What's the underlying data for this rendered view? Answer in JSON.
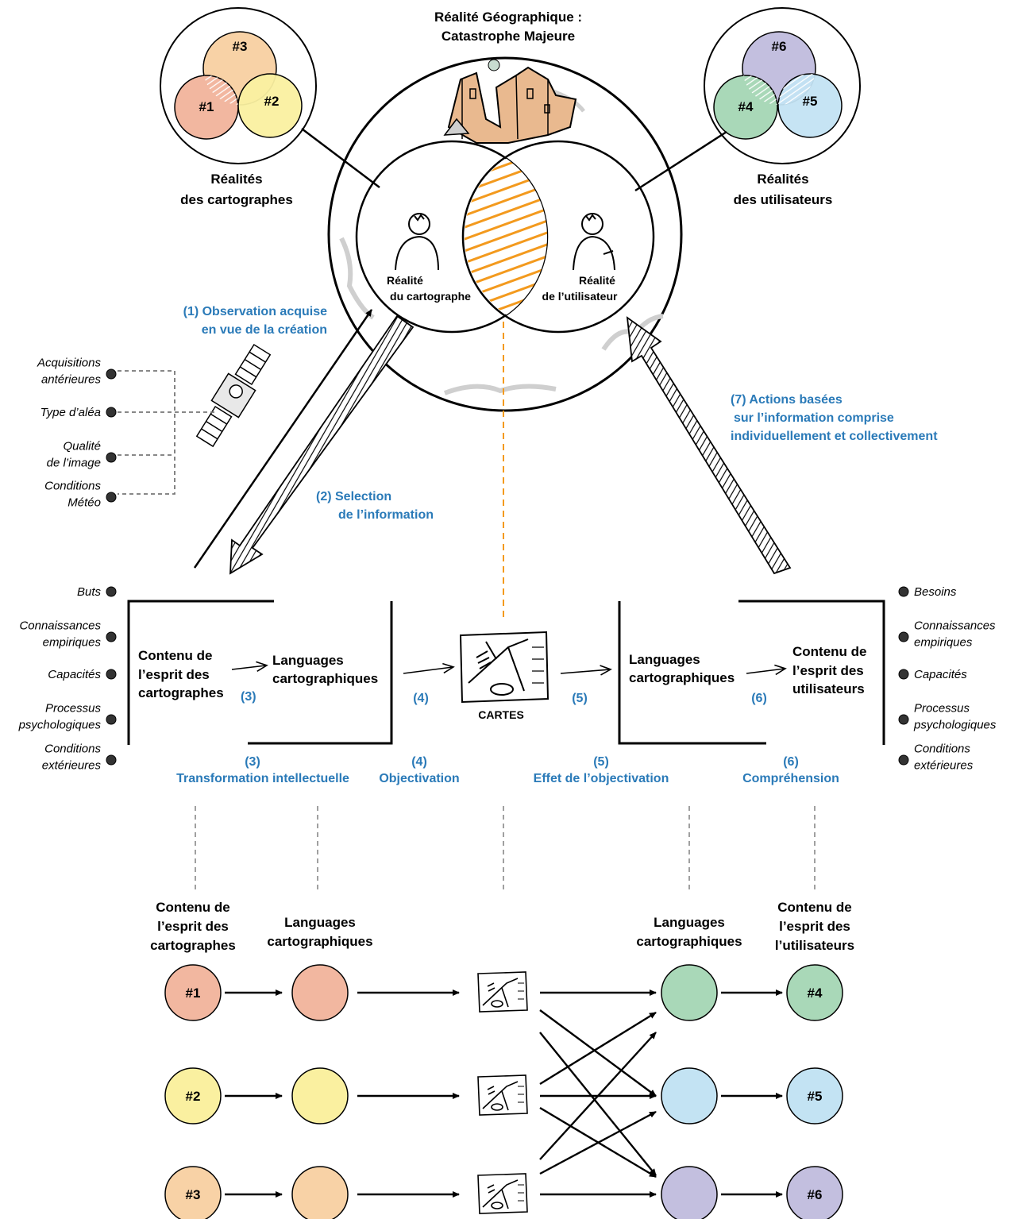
{
  "colors": {
    "accent_blue": "#2a7ab8",
    "c1": "#f2b7a0",
    "c2": "#faf0a0",
    "c3": "#f8d2a6",
    "c4": "#a9d8b8",
    "c5": "#c3e3f3",
    "c6": "#c3bfdf",
    "hatch_orange": "#f39a1e"
  },
  "top": {
    "title_line1": "Réalité Géographique :",
    "title_line2": "Catastrophe Majeure",
    "left_group_line1": "Réalités",
    "left_group_line2": "des cartographes",
    "right_group_line1": "Réalités",
    "right_group_line2": "des utilisateurs",
    "left_circles": [
      "#3",
      "#1",
      "#2"
    ],
    "right_circles": [
      "#6",
      "#4",
      "#5"
    ],
    "reality_carto_line1": "Réalité",
    "reality_carto_line2": "du cartographe",
    "reality_user_line1": "Réalité",
    "reality_user_line2": "de l’utilisateur"
  },
  "steps": {
    "s1_line1": "(1) Observation acquise",
    "s1_line2": "en vue de la création",
    "s2_line1": "(2) Selection",
    "s2_line2": "de l’information",
    "s7_line1": "(7) Actions basées",
    "s7_line2": "sur l’information comprise",
    "s7_line3": "individuellement et collectivement",
    "s3_num": "(3)",
    "s3_label": "Transformation intellectuelle",
    "s4_num": "(4)",
    "s4_label": "Objectivation",
    "s5_num": "(5)",
    "s5_label": "Effet de l’objectivation",
    "s6_num": "(6)",
    "s6_label": "Compréhension",
    "inline3": "(3)",
    "inline4": "(4)",
    "inline5": "(5)",
    "inline6": "(6)"
  },
  "satellite_factors": [
    [
      "Acquisitions",
      "antérieures"
    ],
    [
      "Type d’aléa"
    ],
    [
      "Qualité",
      "de l’image"
    ],
    [
      "Conditions",
      "Météo"
    ]
  ],
  "left_factors": [
    [
      "Buts"
    ],
    [
      "Connaissances",
      "empiriques"
    ],
    [
      "Capacités"
    ],
    [
      "Processus",
      "psychologiques"
    ],
    [
      "Conditions",
      "extérieures"
    ]
  ],
  "right_factors": [
    [
      "Besoins"
    ],
    [
      "Connaissances",
      "empiriques"
    ],
    [
      "Capacités"
    ],
    [
      "Processus",
      "psychologiques"
    ],
    [
      "Conditions",
      "extérieures"
    ]
  ],
  "middle": {
    "carto_mind_line1": "Contenu de",
    "carto_mind_line2": "l’esprit des",
    "carto_mind_line3": "cartographes",
    "lang_left_line1": "Languages",
    "lang_left_line2": "cartographiques",
    "maps_label": "CARTES",
    "lang_right_line1": "Languages",
    "lang_right_line2": "cartographiques",
    "user_mind_line1": "Contenu de",
    "user_mind_line2": "l’esprit des",
    "user_mind_line3": "utilisateurs"
  },
  "bottom": {
    "col1_line1": "Contenu de",
    "col1_line2": "l’esprit des",
    "col1_line3": "cartographes",
    "col2_line1": "Languages",
    "col2_line2": "cartographiques",
    "col4_line1": "Languages",
    "col4_line2": "cartographiques",
    "col5_line1": "Contenu de",
    "col5_line2": "l’esprit des",
    "col5_line3": "l’utilisateurs",
    "left_nodes": [
      "#1",
      "#2",
      "#3"
    ],
    "right_nodes": [
      "#4",
      "#5",
      "#6"
    ]
  },
  "icons": [
    "satellite-icon",
    "map-icon",
    "person-icon",
    "ruined-building-icon"
  ]
}
